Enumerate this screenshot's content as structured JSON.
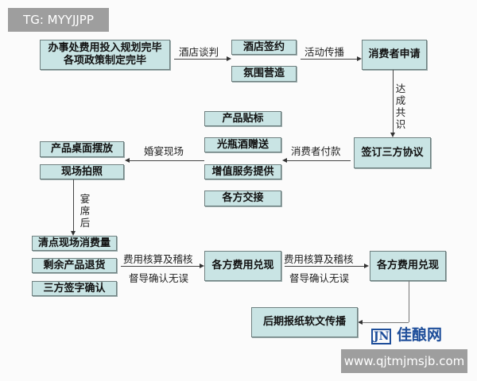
{
  "watermark_top": "TG: MYYJJPP",
  "watermark_bottom": "www.qjtmjmsjb.com",
  "logo_text": "佳酿网",
  "logo_mark": "JN",
  "boxes": {
    "plan": [
      "办事处费用投入规划完毕",
      "各项政策制定完毕"
    ],
    "hotel_sign": "酒店签约",
    "atmosphere": "氛围营造",
    "consumer_apply": "消费者申请",
    "tripartite": "签订三方协议",
    "labeling": "产品贴标",
    "bottle_gift": "光瓶酒赠送",
    "value_service": "增值服务提供",
    "handover": "各方交接",
    "table_display": "产品桌面摆放",
    "photo": "现场拍照",
    "count": "清点现场消费量",
    "return": "剩余产品退货",
    "signoff": "三方签字确认",
    "cash1": "各方费用兑现",
    "cash2": "各方费用兑现",
    "media": "后期报纸软文传播"
  },
  "edges": {
    "negotiate": "酒店谈判",
    "promote": "活动传播",
    "consensus": "达成共识",
    "payment": "消费者付款",
    "wedding": "婚宴现场",
    "after_banquet": "宴席后",
    "audit1_a": "费用核算及稽核",
    "audit1_b": "督导确认无误",
    "audit2_a": "费用核算及稽核",
    "audit2_b": "督导确认无误"
  },
  "colors": {
    "box_fill": "#c9e4e4",
    "box_border": "#6f8080",
    "logo": "#1e4e9a"
  }
}
